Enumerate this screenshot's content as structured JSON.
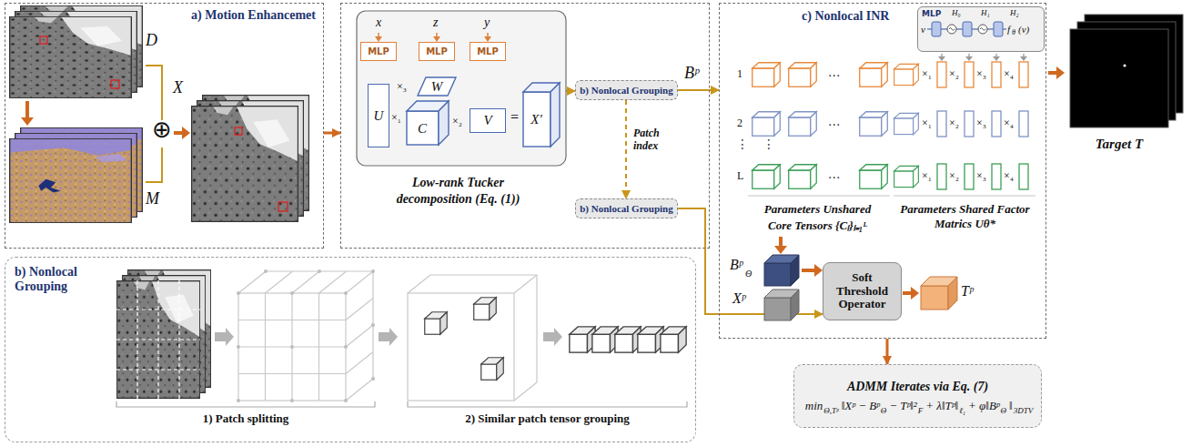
{
  "diagram": {
    "nodes": [
      {
        "text": [
          "a) Motion Enhancemet"
        ]
      },
      {
        "text": [
          "Low-rank Tucker decomposition (Eq. (1))"
        ]
      },
      {
        "text": [
          "MLP"
        ],
        "in": 1
      },
      {
        "text": [
          "MLP"
        ],
        "in": 1
      },
      {
        "text": [
          "MLP"
        ],
        "in": 1
      },
      {
        "text": [
          "U"
        ],
        "in": 1
      },
      {
        "text": [
          "W"
        ],
        "in": 1
      },
      {
        "text": [
          "V"
        ],
        "in": 1
      },
      {
        "text": [
          "C"
        ],
        "in": 1
      },
      {
        "text": [
          "X'"
        ],
        "in": 1
      },
      {
        "text": [
          "b) Nonlocal Grouping"
        ],
        "in": 1
      },
      {
        "text": [
          "b) Nonlocal Grouping"
        ],
        "in": 1
      },
      {
        "text": [
          "c) Nonlocal INR"
        ]
      },
      {
        "text": [
          "MLP"
        ],
        "in": 12
      },
      {
        "text": [
          "Soft Threshold Operator"
        ],
        "in": 12
      },
      {
        "text": [
          "ADMM Iterates via Eq. (7)",
          "min",
          "Θ,Tᵖ",
          "‖Xᵖ − Bᵖ",
          "Θ",
          "− Tᵖ‖²",
          "F",
          "+ λ‖Tᵖ‖",
          "ℓ₁",
          "+ φ‖Bᵖ",
          "Θ",
          "‖",
          "3DTV"
        ]
      },
      {
        "text": [
          "b) Nonlocal Grouping"
        ]
      }
    ],
    "edges": [
      {
        "from": 0,
        "to": 1,
        "arrow": "to"
      },
      {
        "from": 2,
        "to": 5,
        "arrow": "to"
      },
      {
        "from": 3,
        "to": 6,
        "arrow": "to"
      },
      {
        "from": 4,
        "to": 7,
        "arrow": "to"
      },
      {
        "from": 9,
        "to": 10,
        "arrow": "to"
      },
      {
        "from": 10,
        "to": 11,
        "label": "Patch index",
        "arrow": "to"
      },
      {
        "from": 10,
        "to": 12,
        "arrow": "to"
      },
      {
        "from": 11,
        "to": 14,
        "arrow": "to"
      },
      {
        "from": 12,
        "to": 15,
        "arrow": "to"
      }
    ],
    "labels": [
      "D",
      "M",
      "X",
      "⊕",
      "x",
      "z",
      "y",
      "×₁",
      "×₃",
      "×₂",
      "=",
      "Bᵖ",
      "v",
      "H₀",
      "H₁",
      "H₂",
      "f",
      "θ",
      "(v)",
      "1",
      "2",
      "⋮",
      "L",
      "···",
      "···",
      "···",
      "⋮",
      "×₁",
      "×₂",
      "×₃",
      "×₄",
      "×₁",
      "×₂",
      "×₃",
      "×₄",
      "×₁",
      "×₂",
      "×₃",
      "×₄",
      "Parameters Unshared Core Tensors {Cₗ}ₗ₌₁ᴸ",
      "Parameters Shared Factor Matrics Uθ*",
      "Bᵖ",
      "Θ",
      "Xᵖ",
      "Tᵖ",
      "Target T",
      "1) Patch splitting",
      "2) Similar patch tensor grouping"
    ]
  }
}
